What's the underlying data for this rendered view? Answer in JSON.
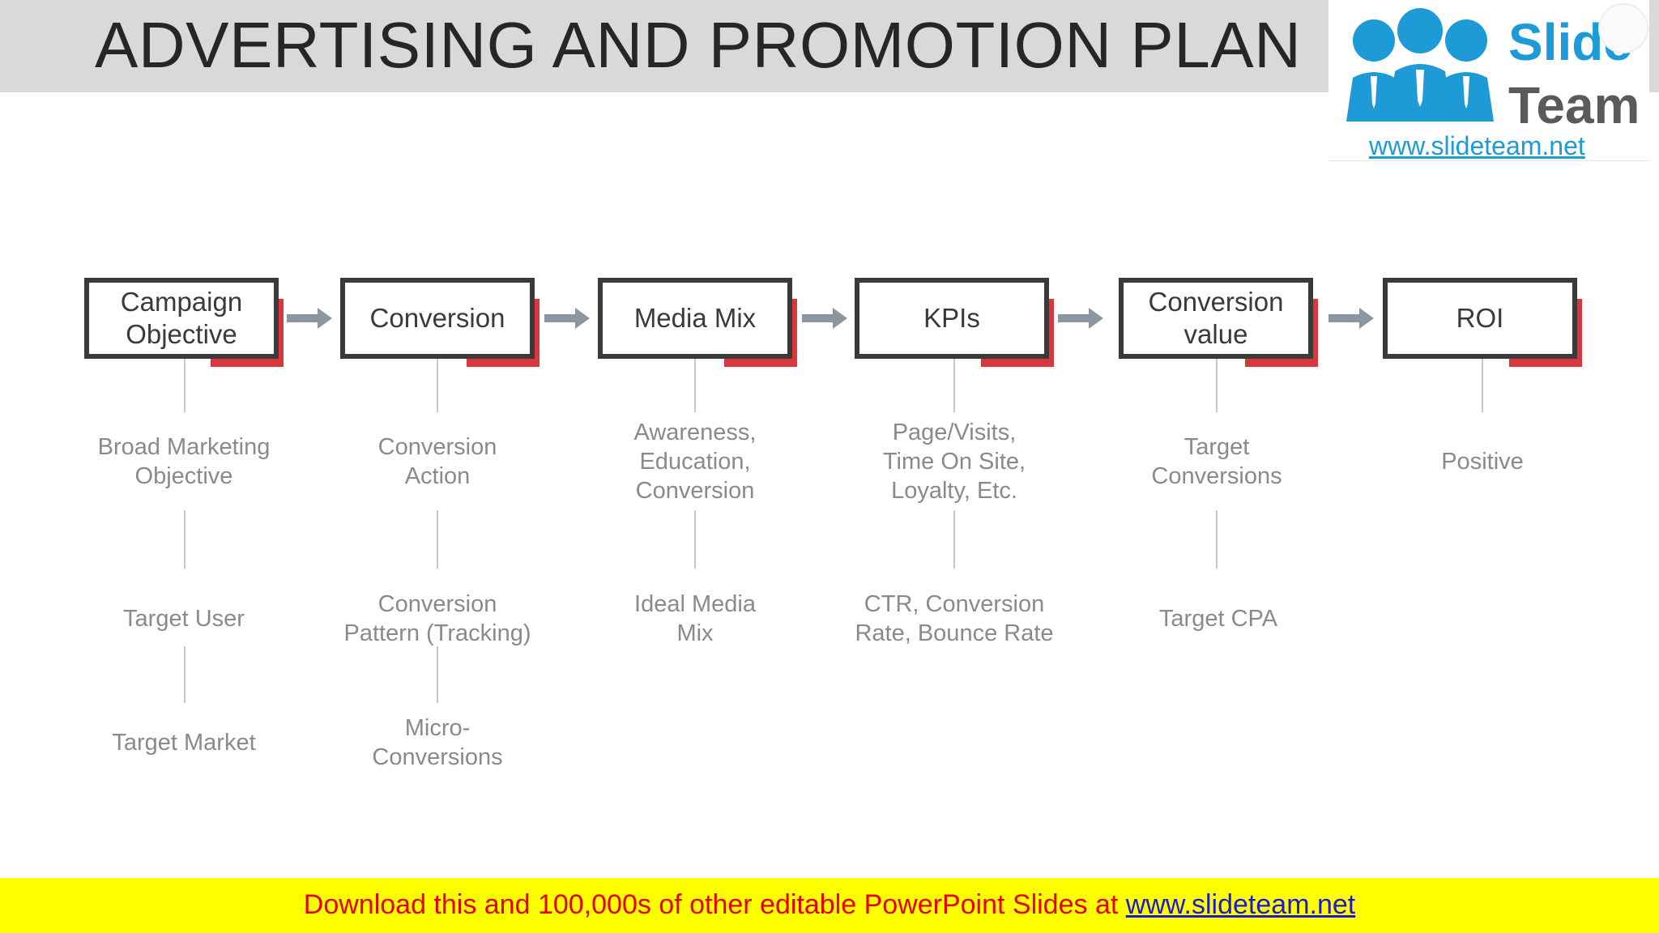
{
  "title": "ADVERTISING AND PROMOTION PLAN",
  "logo": {
    "word1": "Slide",
    "word2": "Team",
    "url": "www.slideteam.net"
  },
  "steps": [
    {
      "label": "Campaign\nObjective",
      "items": [
        "Broad Marketing\nObjective",
        "Target User",
        "Target Market"
      ]
    },
    {
      "label": "Conversion",
      "items": [
        "Conversion\nAction",
        "Conversion\nPattern (Tracking)",
        "Micro-\nConversions"
      ]
    },
    {
      "label": "Media Mix",
      "items": [
        "Awareness,\nEducation,\nConversion",
        "Ideal Media\nMix"
      ]
    },
    {
      "label": "KPIs",
      "items": [
        "Page/Visits,\nTime On Site,\nLoyalty, Etc.",
        "CTR, Conversion\nRate, Bounce Rate"
      ]
    },
    {
      "label": "Conversion\nvalue",
      "items": [
        "Target\nConversions",
        "Target CPA"
      ]
    },
    {
      "label": "ROI",
      "items": [
        "Positive"
      ]
    }
  ],
  "footer": {
    "text": "Download this and 100,000s of other editable PowerPoint Slides at",
    "link": "www.slideteam.net"
  },
  "colors": {
    "accent": "#d9363e",
    "box_border": "#3a3a3a",
    "arrow": "#8c96a0",
    "footer_bg": "#ffff00",
    "footer_text": "#e60000",
    "logo_blue": "#1e9ad6"
  }
}
